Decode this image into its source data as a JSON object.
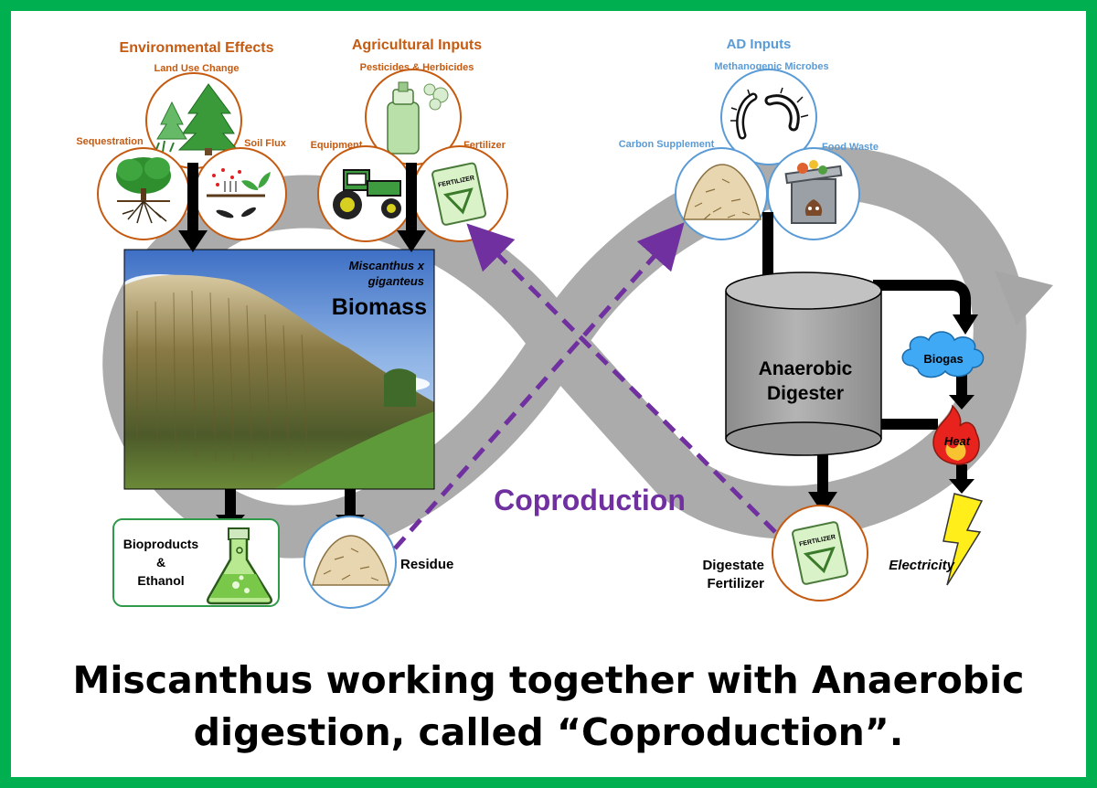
{
  "colors": {
    "frame": "#00b050",
    "orange": "#c55a11",
    "blue": "#5b9bd5",
    "purple": "#7030a0",
    "loop": "#a6a6a6",
    "digester": "#a6a6a6",
    "biogas_cloud": "#3fa9f5"
  },
  "environmental": {
    "heading": "Environmental Effects",
    "land_use": "Land Use Change",
    "sequestration": "Sequestration",
    "soil_flux": "Soil Flux"
  },
  "agricultural": {
    "heading": "Agricultural Inputs",
    "pesticides": "Pesticides & Herbicides",
    "equipment": "Equipment",
    "fertilizer": "Fertilizer",
    "fertilizer_bag_text": "FERTILIZER"
  },
  "ad_inputs": {
    "heading": "AD Inputs",
    "microbes": "Methanogenic Microbes",
    "carbon": "Carbon Supplement",
    "food_waste": "Food Waste"
  },
  "biomass": {
    "species_line1": "Miscanthus x",
    "species_line2": "giganteus",
    "label": "Biomass"
  },
  "outputs": {
    "bioproducts_line1": "Bioproducts",
    "bioproducts_line2": "&",
    "bioproducts_line3": "Ethanol",
    "residue": "Residue",
    "digestate_line1": "Digestate",
    "digestate_line2": "Fertilizer",
    "digestate_bag_text": "FERTILIZER",
    "electricity": "Electricity"
  },
  "digester": {
    "line1": "Anaerobic",
    "line2": "Digester",
    "biogas": "Biogas",
    "heat": "Heat"
  },
  "coproduction_label": "Coproduction",
  "caption": {
    "line1": "Miscanthus working together with Anaerobic",
    "line2": "digestion, called “Coproduction”."
  }
}
